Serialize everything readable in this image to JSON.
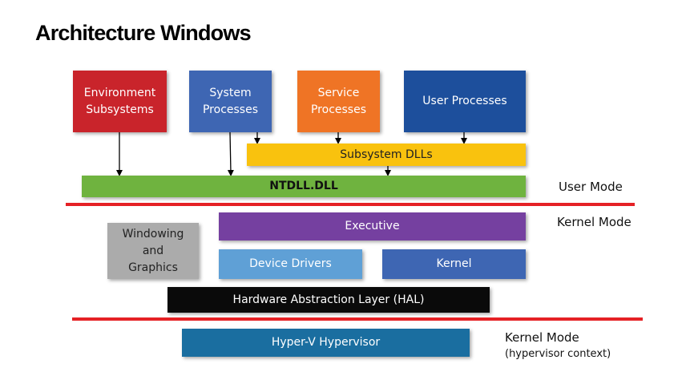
{
  "title": "Architecture Windows",
  "boxes": {
    "environment_subsystems": "Environment\nSubsystems",
    "system_processes": "System\nProcesses",
    "service_processes": "Service\nProcesses",
    "user_processes": "User Processes",
    "subsystem_dlls": "Subsystem DLLs",
    "ntdll": "NTDLL.DLL",
    "windowing_graphics": "Windowing\nand\nGraphics",
    "executive": "Executive",
    "device_drivers": "Device Drivers",
    "kernel": "Kernel",
    "hal": "Hardware Abstraction Layer (HAL)",
    "hyperv": "Hyper-V Hypervisor"
  },
  "modes": {
    "user_mode": "User Mode",
    "kernel_mode": "Kernel Mode",
    "kernel_mode_hv": "Kernel Mode",
    "hypervisor_context": "(hypervisor context)"
  },
  "colors": {
    "environment_subsystems": "#c9242b",
    "system_processes": "#3e66b3",
    "service_processes": "#ef7425",
    "user_processes": "#1d4f9c",
    "subsystem_dlls": "#f9c20e",
    "ntdll": "#6fb33f",
    "windowing_graphics": "#ababab",
    "executive": "#7540a0",
    "device_drivers": "#5fa0d6",
    "kernel": "#3e66b3",
    "hal": "#0a0a0a",
    "hyperv": "#1a6ea0",
    "divider": "#e52125"
  }
}
